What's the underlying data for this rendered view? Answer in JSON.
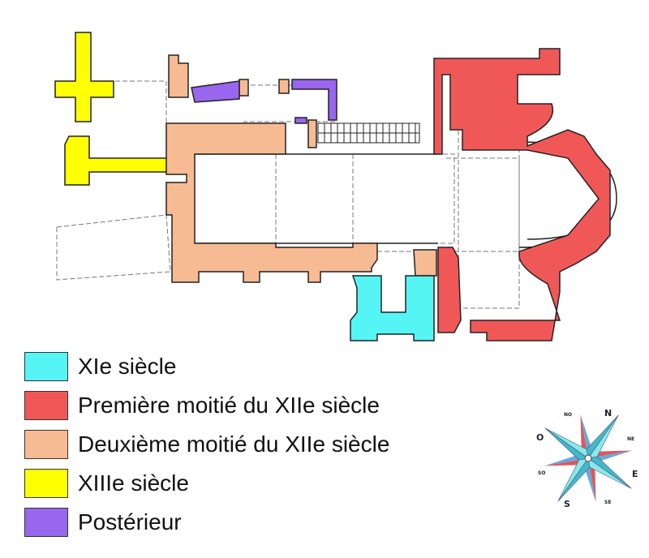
{
  "legend": [
    {
      "label": "XIe siècle",
      "color": "#55f5f5"
    },
    {
      "label": "Première moitié du XIIe siècle",
      "color": "#f05858"
    },
    {
      "label": "Deuxième moitié du XIIe siècle",
      "color": "#f7bb93"
    },
    {
      "label": "XIIIe siècle",
      "color": "#ffff00"
    },
    {
      "label": "Postérieur",
      "color": "#9966ee"
    }
  ],
  "compass": {
    "n": "N",
    "s": "S",
    "e": "E",
    "o": "O",
    "ne": "NE",
    "no": "NO",
    "se": "SE",
    "so": "SO"
  }
}
